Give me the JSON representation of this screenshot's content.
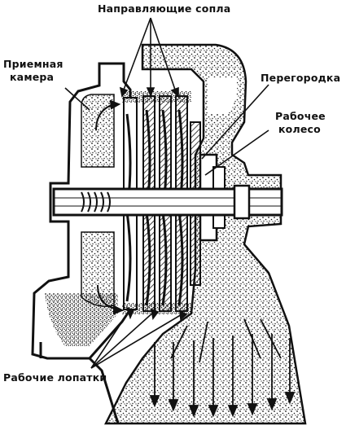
{
  "labels": {
    "nozzles": "Направляющие сопла",
    "chamber_line1": "Приемная",
    "chamber_line2": "камера",
    "partition": "Перегородка",
    "wheel_line1": "Рабочее",
    "wheel_line2": "колесо",
    "blades": "Рабочие лопатки"
  },
  "colors": {
    "ink": "#111111",
    "paper": "#ffffff"
  }
}
